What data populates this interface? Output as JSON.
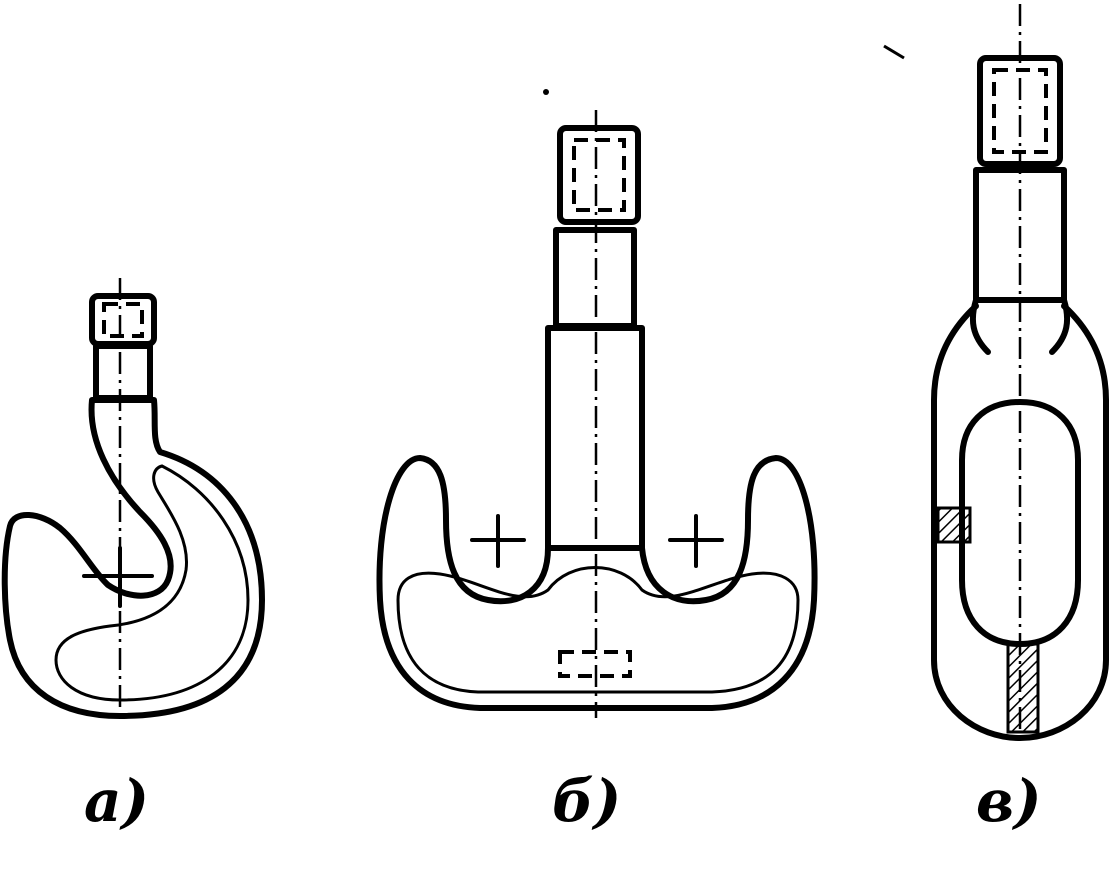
{
  "figure": {
    "items": [
      {
        "id": "a",
        "label": "а)",
        "depicts": "single-hook"
      },
      {
        "id": "b",
        "label": "б)",
        "depicts": "double-hook"
      },
      {
        "id": "c",
        "label": "в)",
        "depicts": "closed-ring-link"
      }
    ],
    "colors": {
      "ink": "#000000",
      "paper": "#ffffff"
    }
  }
}
